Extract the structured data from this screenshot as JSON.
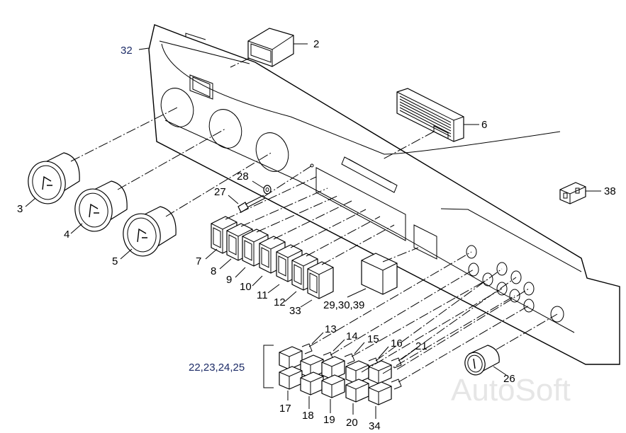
{
  "callouts": {
    "c2": "2",
    "c3": "3",
    "c4": "4",
    "c5": "5",
    "c6": "6",
    "c7": "7",
    "c8": "8",
    "c9": "9",
    "c10": "10",
    "c11": "11",
    "c12": "12",
    "c13": "13",
    "c14": "14",
    "c15": "15",
    "c16": "16",
    "c17": "17",
    "c18": "18",
    "c19": "19",
    "c20": "20",
    "c21": "21",
    "c22": "22,23,24,25",
    "c26": "26",
    "c27": "27",
    "c28": "28",
    "c29": "29,30,39",
    "c32": "32",
    "c33": "33",
    "c34": "34",
    "c38": "38"
  },
  "watermark": "AutoSoft"
}
